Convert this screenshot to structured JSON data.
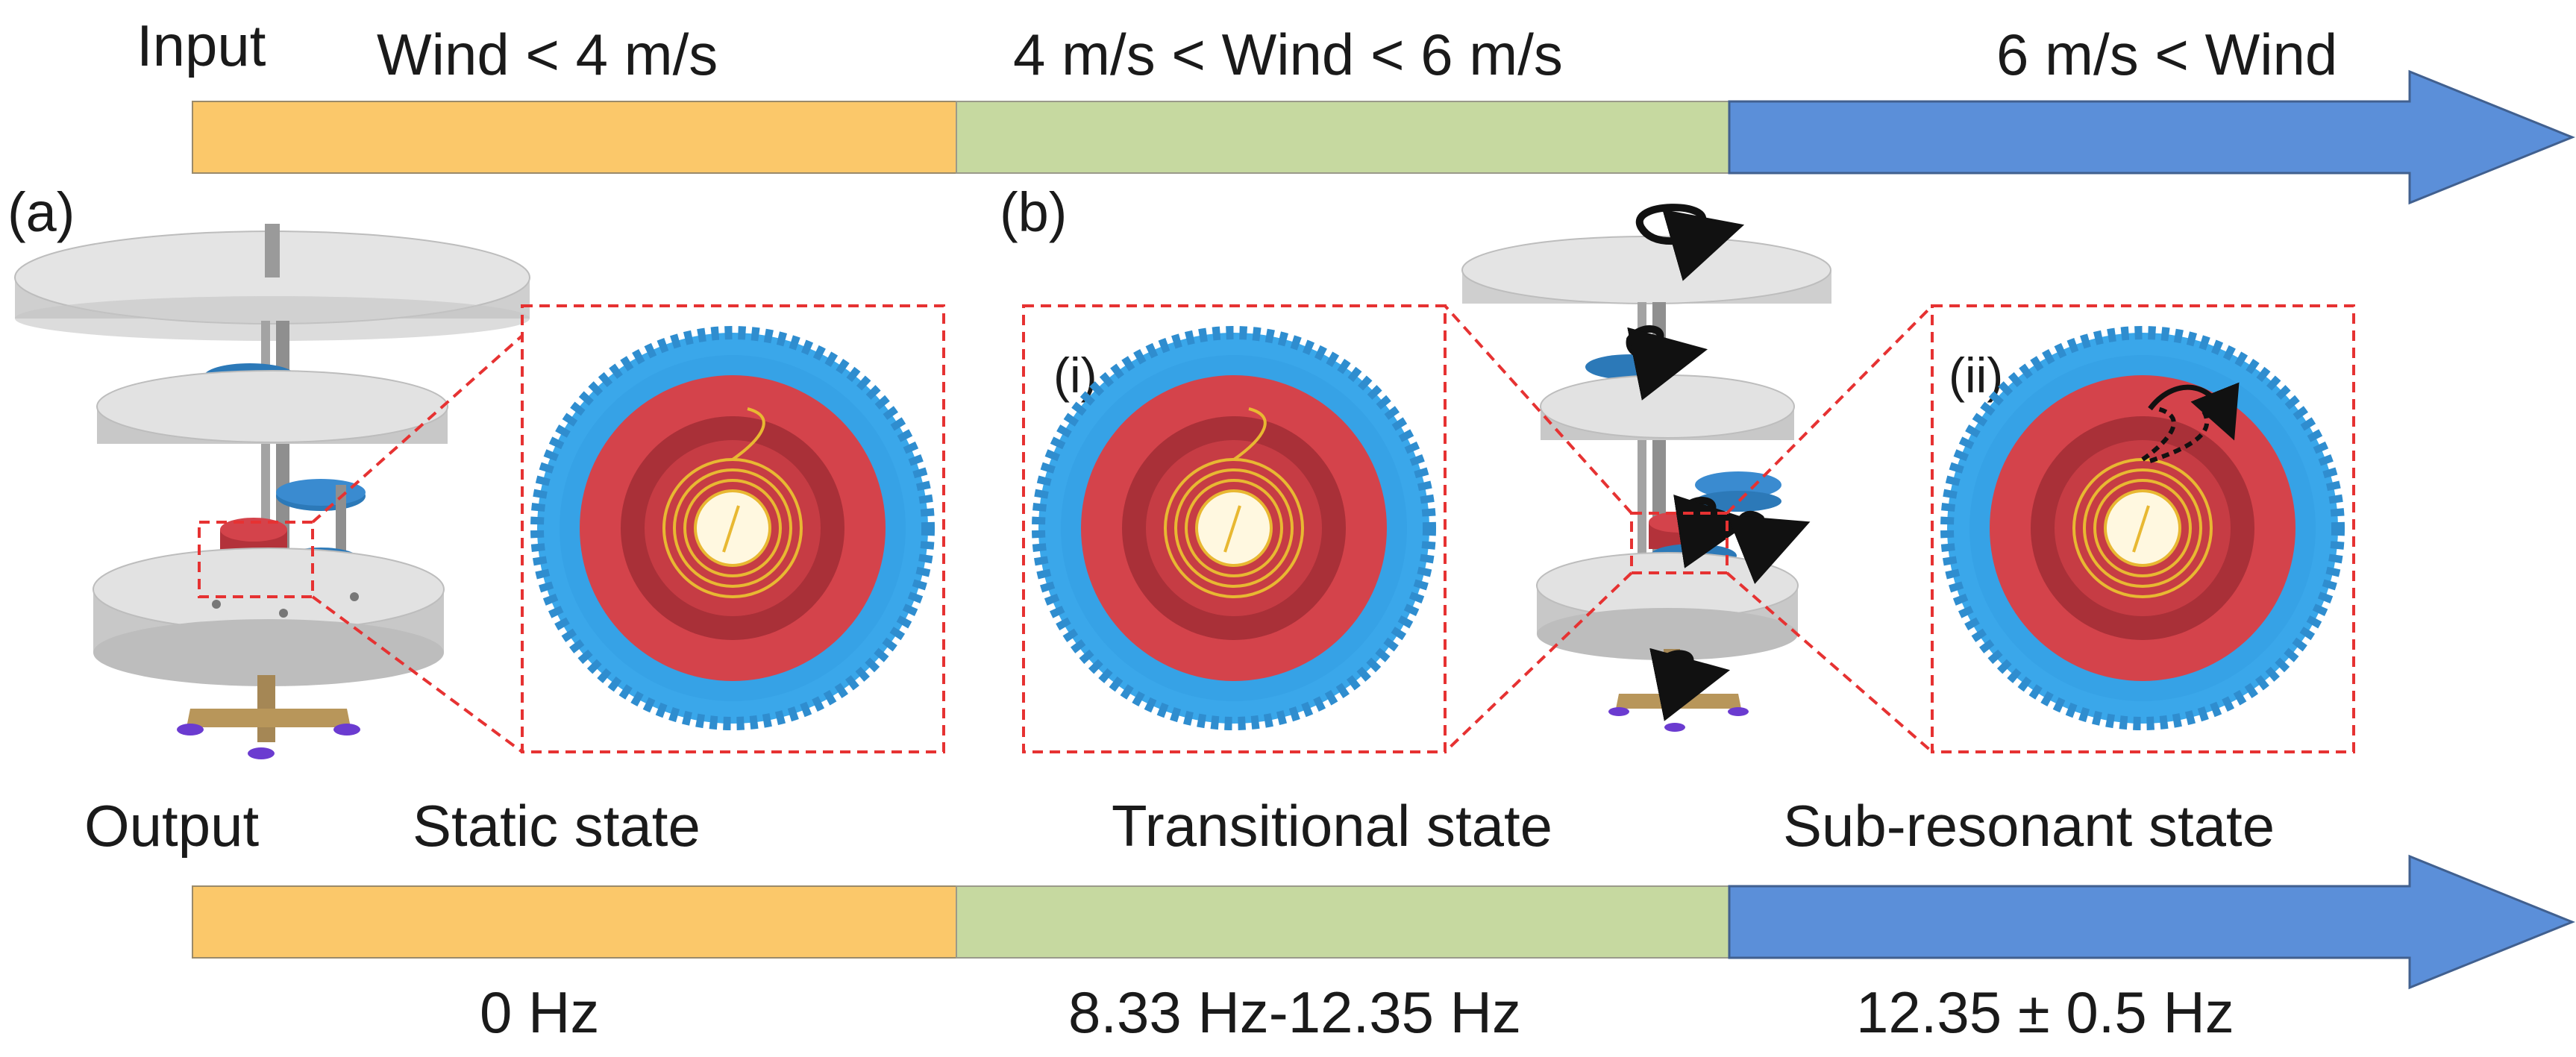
{
  "input": {
    "label": "Input",
    "segments": [
      "Wind  < 4 m/s",
      "4 m/s < Wind < 6 m/s",
      "6 m/s < Wind"
    ],
    "colors": [
      "#fbc86a",
      "#c6d9a0",
      "#5b8fd9"
    ]
  },
  "output": {
    "label": "Output",
    "states": [
      "Static state",
      "Transitional state",
      "Sub-resonant state"
    ],
    "frequencies": [
      "0 Hz",
      "8.33 Hz-12.35 Hz",
      "12.35 ± 0.5 Hz"
    ],
    "colors": [
      "#fbc86a",
      "#c6d9a0",
      "#5b8fd9"
    ]
  },
  "panels": {
    "a": "(a)",
    "b": "(b)",
    "i": "(i)",
    "ii": "(ii)"
  },
  "colors": {
    "gear_blue": "#3aa7ea",
    "gear_red": "#d4434b",
    "plate_gray": "#e4e4e4",
    "dash_red": "#e63232",
    "spring_yellow": "#e8b832",
    "base_gold": "#b8965a"
  }
}
